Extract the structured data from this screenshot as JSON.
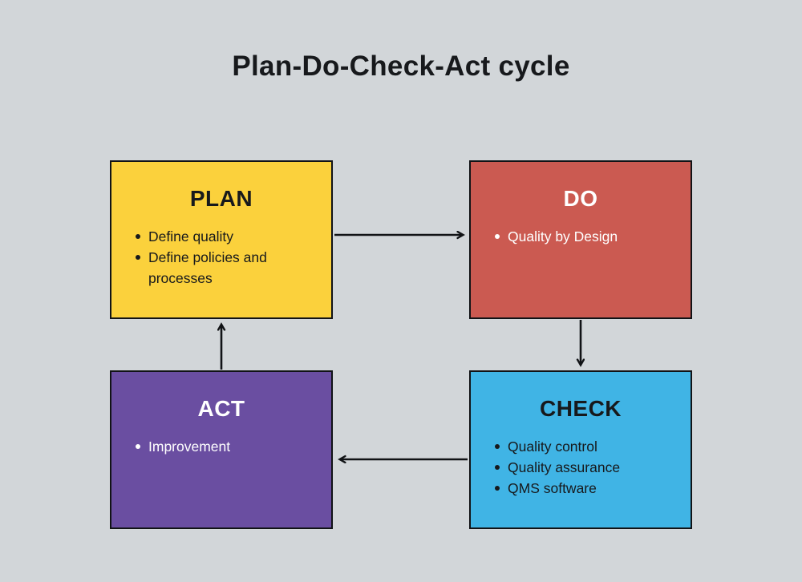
{
  "title": "Plan-Do-Check-Act cycle",
  "colors": {
    "background": "#d2d6d9",
    "plan": "#fbd13c",
    "do": "#cb5a51",
    "check": "#40b4e5",
    "act": "#6a4ea1",
    "dark_text": "#17191c",
    "light_text": "#ffffff",
    "arrow": "#111316"
  },
  "boxes": [
    {
      "id": "plan",
      "label": "PLAN",
      "items": [
        "Define quality",
        "Define policies and processes"
      ]
    },
    {
      "id": "do",
      "label": "DO",
      "items": [
        "Quality by Design"
      ]
    },
    {
      "id": "check",
      "label": "CHECK",
      "items": [
        "Quality control",
        "Quality assurance",
        "QMS software"
      ]
    },
    {
      "id": "act",
      "label": "ACT",
      "items": [
        "Improvement"
      ]
    }
  ],
  "arrows": [
    {
      "from": "plan",
      "to": "do"
    },
    {
      "from": "do",
      "to": "check"
    },
    {
      "from": "check",
      "to": "act"
    },
    {
      "from": "act",
      "to": "plan"
    }
  ]
}
